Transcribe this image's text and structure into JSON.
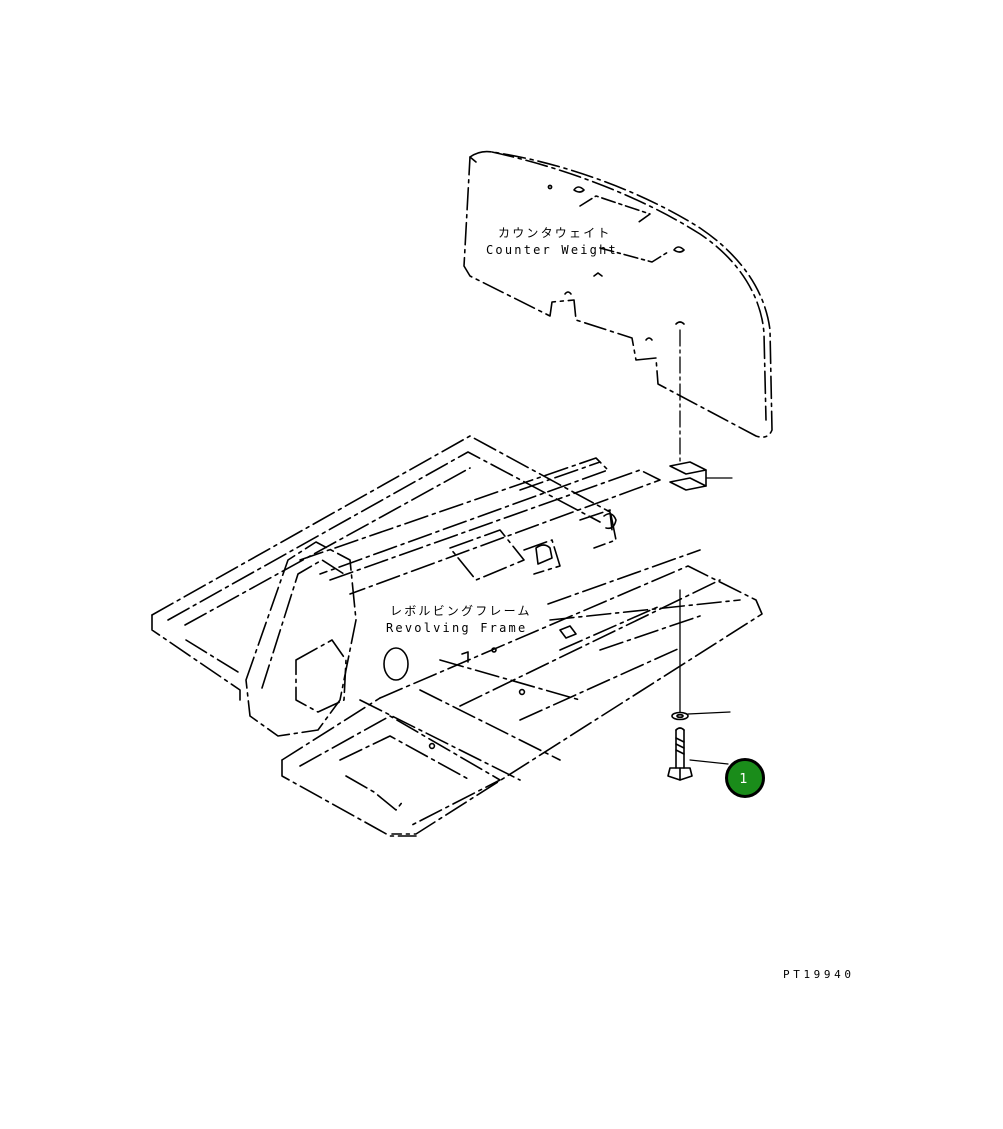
{
  "diagram": {
    "counterweight": {
      "label_ja": "カウンタウェイト",
      "label_en": "Counter Weight"
    },
    "frame": {
      "label_ja": "レボルビングフレーム",
      "label_en": "Revolving Frame"
    },
    "callout": {
      "number": "1",
      "color": "#1a8c1a"
    },
    "drawing_code": "PT19940"
  }
}
